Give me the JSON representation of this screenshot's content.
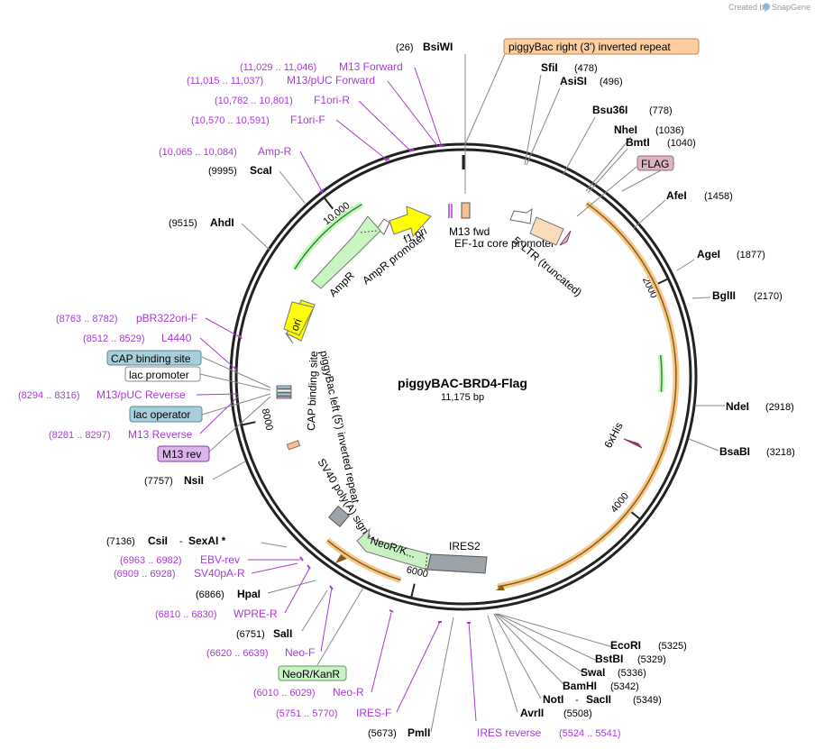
{
  "credit": {
    "prefix": "Created by",
    "brand": "SnapGene"
  },
  "plasmid": {
    "name": "piggyBAC-BRD4-Flag",
    "size_label": "11,175 bp",
    "length": 11175
  },
  "ticks": [
    {
      "bp": 2000,
      "label": "2000"
    },
    {
      "bp": 4000,
      "label": "4000"
    },
    {
      "bp": 6000,
      "label": "6000"
    },
    {
      "bp": 8000,
      "label": "8000"
    },
    {
      "bp": 10000,
      "label": "10,000"
    }
  ],
  "sites": [
    {
      "id": "bsiwi",
      "name": "BsiWI",
      "pos": "(26)"
    },
    {
      "id": "sfii",
      "name": "SfiI",
      "pos": "(478)"
    },
    {
      "id": "asisi",
      "name": "AsiSI",
      "pos": "(496)"
    },
    {
      "id": "bsu36i",
      "name": "Bsu36I",
      "pos": "(778)"
    },
    {
      "id": "nhei",
      "name": "NheI",
      "pos": "(1036)"
    },
    {
      "id": "bmti",
      "name": "BmtI",
      "pos": "(1040)"
    },
    {
      "id": "afei",
      "name": "AfeI",
      "pos": "(1458)"
    },
    {
      "id": "agei",
      "name": "AgeI",
      "pos": "(1877)"
    },
    {
      "id": "bglii",
      "name": "BglII",
      "pos": "(2170)"
    },
    {
      "id": "ndei",
      "name": "NdeI",
      "pos": "(2918)"
    },
    {
      "id": "bsabi",
      "name": "BsaBI",
      "pos": "(3218)"
    },
    {
      "id": "ecori",
      "name": "EcoRI",
      "pos": "(5325)"
    },
    {
      "id": "bstbi",
      "name": "BstBI",
      "pos": "(5329)"
    },
    {
      "id": "swai",
      "name": "SwaI",
      "pos": "(5336)"
    },
    {
      "id": "bamhi",
      "name": "BamHI",
      "pos": "(5342)"
    },
    {
      "id": "noti",
      "name": "NotI",
      "sep": "-",
      "name2": "SacII",
      "pos": "(5349)"
    },
    {
      "id": "avrii",
      "name": "AvrII",
      "pos": "(5508)"
    },
    {
      "id": "pmli",
      "name": "PmlI",
      "pos": "(5673)"
    },
    {
      "id": "sali",
      "name": "SalI",
      "pos": "(6751)"
    },
    {
      "id": "hpai",
      "name": "HpaI",
      "pos": "(6866)"
    },
    {
      "id": "csii",
      "name": "CsiI",
      "sep": "-",
      "name2": "SexAI *",
      "pos": "(7136)"
    },
    {
      "id": "nsii",
      "name": "NsiI",
      "pos": "(7757)"
    },
    {
      "id": "ahdi",
      "name": "AhdI",
      "pos": "(9515)"
    },
    {
      "id": "scai",
      "name": "ScaI",
      "pos": "(9995)"
    }
  ],
  "primers": [
    {
      "id": "m13-forward",
      "name": "M13 Forward",
      "pos": "(11,029 .. 11,046)"
    },
    {
      "id": "m13-puc-forward",
      "name": "M13/pUC Forward",
      "pos": "(11,015 .. 11,037)"
    },
    {
      "id": "f1ori-r",
      "name": "F1ori-R",
      "pos": "(10,782 .. 10,801)"
    },
    {
      "id": "f1ori-f",
      "name": "F1ori-F",
      "pos": "(10,570 .. 10,591)"
    },
    {
      "id": "amp-r",
      "name": "Amp-R",
      "pos": "(10,065 .. 10,084)"
    },
    {
      "id": "pbr322ori-f",
      "name": "pBR322ori-F",
      "pos": "(8763 .. 8782)"
    },
    {
      "id": "l4440",
      "name": "L4440",
      "pos": "(8512 .. 8529)"
    },
    {
      "id": "m13-puc-reverse",
      "name": "M13/pUC Reverse",
      "pos": "(8294 .. 8316)"
    },
    {
      "id": "m13-reverse",
      "name": "M13 Reverse",
      "pos": "(8281 .. 8297)"
    },
    {
      "id": "ebv-rev",
      "name": "EBV-rev",
      "pos": "(6963 .. 6982)"
    },
    {
      "id": "sv40pa-r",
      "name": "SV40pA-R",
      "pos": "(6909 .. 6928)"
    },
    {
      "id": "wpre-r",
      "name": "WPRE-R",
      "pos": "(6810 .. 6830)"
    },
    {
      "id": "neo-f",
      "name": "Neo-F",
      "pos": "(6620 .. 6639)"
    },
    {
      "id": "neo-r",
      "name": "Neo-R",
      "pos": "(6010 .. 6029)"
    },
    {
      "id": "ires-f",
      "name": "IRES-F",
      "pos": "(5751 .. 5770)"
    },
    {
      "id": "ires-reverse",
      "name": "IRES reverse",
      "pos": "(5524 .. 5541)"
    }
  ],
  "boxed_labels": {
    "piggybac_right": "piggyBac right (3') inverted repeat",
    "flag": "FLAG",
    "cap_binding_site": "CAP binding site",
    "lac_promoter": "lac promoter",
    "lac_operator": "lac operator",
    "m13_rev": "M13 rev",
    "neor_kanr": "NeoR/KanR"
  },
  "feature_labels": {
    "m13_fwd": "M13 fwd",
    "f1_ori": "f1 ori",
    "ampr_promoter": "AmpR promoter",
    "ampr": "AmpR",
    "ori": "ori",
    "ef1a": "EF-1α core promoter",
    "ltr": "5' LTR (truncated)",
    "cap_binding_site": "CAP binding site",
    "piggybac_left": "piggyBac left (5') inverted repeat",
    "sv40_polya": "SV40 poly(A) signal",
    "neor_short": "NeoR/K...",
    "ires2": "IRES2",
    "sixhis": "6xHis"
  },
  "colors": {
    "backbone": "#222222",
    "primer": "#a83ad6",
    "ampr": "#c8f5c0",
    "ori_yellow": "#ffff00",
    "cds_orange": "#f5c98a",
    "ires_gray": "#9ea3a8",
    "ltr_peach": "#fbdcba",
    "cap_blue": "#a6cfdb",
    "m13rev_purple": "#dcb3ea",
    "flag_pink": "#dbb6c2",
    "neor_green": "#c8f2c4"
  }
}
